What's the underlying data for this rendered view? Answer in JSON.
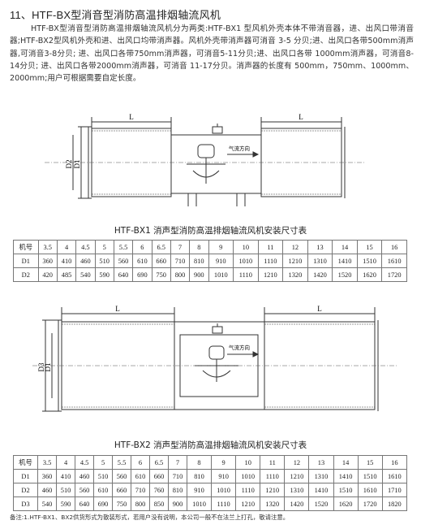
{
  "section_title": "11、HTF-BX型消音型消防高温排烟轴流风机",
  "description": "HTF-BX型消音型消防高温排烟轴流风机分为两类:HTF-BX1 型风机外壳本体不带消音器，进、出风口带消音器;HTF-BX2型风机外壳和进、出风口均带消声器。风机外壳带消声器可消音 3-5 分贝;进、出风口各带500mm消声器,可消音3-8分贝;  进、出风口各带750mm消声器，可消音5-11分贝;进、出风口各带 1000mm消声器，可消音8-14分贝;  进、出风口各带2000mm消声器，可消音 11-17分贝。消声器的长度有 500mm，750mm、1000mm、2000mm;用户可根据需要自定长度。",
  "figure1": {
    "dim_L": "L",
    "dim_D1": "D1",
    "dim_D2": "D2",
    "airflow_label": "气流方向"
  },
  "table1": {
    "caption": "HTF-BX1 消声型消防高温排烟轴流风机安装尺寸表",
    "header": [
      "机号",
      "3.5",
      "4",
      "4.5",
      "5",
      "5.5",
      "6",
      "6.5",
      "7",
      "8",
      "9",
      "10",
      "11",
      "12",
      "13",
      "14",
      "15",
      "16"
    ],
    "rows": [
      [
        "D1",
        "360",
        "410",
        "460",
        "510",
        "560",
        "610",
        "660",
        "710",
        "810",
        "910",
        "1010",
        "1110",
        "1210",
        "1310",
        "1410",
        "1510",
        "1610"
      ],
      [
        "D2",
        "420",
        "485",
        "540",
        "590",
        "640",
        "690",
        "750",
        "800",
        "900",
        "1010",
        "1110",
        "1210",
        "1320",
        "1420",
        "1520",
        "1620",
        "1720"
      ]
    ]
  },
  "figure2": {
    "dim_L": "L",
    "dim_D1": "D1",
    "dim_D3": "D3",
    "airflow_label": "气流方向"
  },
  "table2": {
    "caption": "HTF-BX2 消声型消防高温排烟轴流风机安装尺寸表",
    "header": [
      "机号",
      "3.5",
      "4",
      "4.5",
      "5",
      "5.5",
      "6",
      "6.5",
      "7",
      "8",
      "9",
      "10",
      "11",
      "12",
      "13",
      "14",
      "15",
      "16"
    ],
    "rows": [
      [
        "D1",
        "360",
        "410",
        "460",
        "510",
        "560",
        "610",
        "660",
        "710",
        "810",
        "910",
        "1010",
        "1110",
        "1210",
        "1310",
        "1410",
        "1510",
        "1610"
      ],
      [
        "D2",
        "460",
        "510",
        "560",
        "610",
        "660",
        "710",
        "760",
        "810",
        "910",
        "1010",
        "1110",
        "1210",
        "1310",
        "1410",
        "1510",
        "1610",
        "1710"
      ],
      [
        "D3",
        "540",
        "590",
        "640",
        "690",
        "750",
        "800",
        "850",
        "900",
        "1010",
        "1110",
        "1210",
        "1320",
        "1420",
        "1520",
        "1620",
        "1720",
        "1820"
      ]
    ]
  },
  "note": "备注:1.HTF-BX1、BX2供货形式为散装形式，若用户没有说明，本公司一般不在法兰上打孔，敬请注意。"
}
